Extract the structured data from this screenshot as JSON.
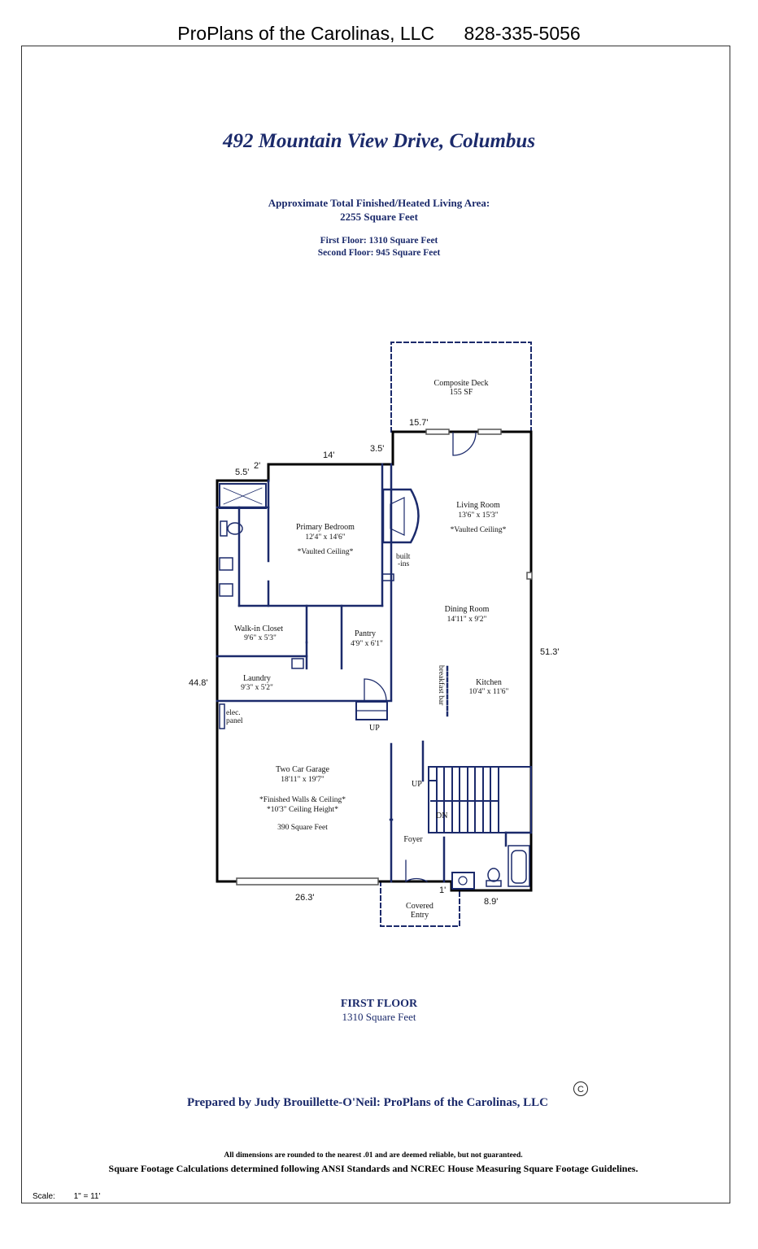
{
  "header": {
    "company": "ProPlans of the Carolinas, LLC",
    "phone": "828-335-5056"
  },
  "title": "492 Mountain View Drive, Columbus",
  "area": {
    "total_line1": "Approximate Total Finished/Heated Living Area:",
    "total_line2": "2255 Square Feet",
    "first_floor": "First Floor:  1310 Square Feet",
    "second_floor": "Second Floor:  945 Square Feet"
  },
  "rooms": {
    "deck_name": "Composite Deck",
    "deck_size": "155 SF",
    "living_name": "Living Room",
    "living_size": "13'6\" x 15'3\"",
    "living_note": "*Vaulted Ceiling*",
    "primary_name": "Primary Bedroom",
    "primary_size": "12'4\" x 14'6\"",
    "primary_note": "*Vaulted Ceiling*",
    "builtins_1": "built",
    "builtins_2": "-ins",
    "dining_name": "Dining Room",
    "dining_size": "14'11\" x 9'2\"",
    "closet_name": "Walk-in Closet",
    "closet_size": "9'6\" x 5'3\"",
    "pantry_name": "Pantry",
    "pantry_size": "4'9\" x 6'1\"",
    "laundry_name": "Laundry",
    "laundry_size": "9'3\" x 5'2\"",
    "kitchen_name": "Kitchen",
    "kitchen_size": "10'4\" x 11'6\"",
    "breakfast": "breakfast bar",
    "elec_1": "elec.",
    "elec_2": "panel",
    "up1": "UP",
    "up2": "UP",
    "dn": "DN",
    "garage_name": "Two Car Garage",
    "garage_size": "18'11\" x 19'7\"",
    "garage_note1": "*Finished Walls & Ceiling*",
    "garage_note2": "*10'3\" Ceiling Height*",
    "garage_sqft": "390 Square Feet",
    "foyer": "Foyer",
    "covered_1": "Covered",
    "covered_2": "Entry"
  },
  "dimensions": {
    "d157": "15.7'",
    "d14": "14'",
    "d35": "3.5'",
    "d2": "2'",
    "d55": "5.5'",
    "d448": "44.8'",
    "d513": "51.3'",
    "d263": "26.3'",
    "d1": "1'",
    "d89": "8.9'"
  },
  "floor_label": {
    "name": "FIRST FLOOR",
    "sqft": "1310 Square Feet"
  },
  "footer": {
    "prepared": "Prepared by Judy Brouillette-O'Neil: ProPlans of the Carolinas, LLC",
    "copyright": "C",
    "disclaimer": "All dimensions are rounded to the nearest .01 and are deemed reliable, but not guaranteed.",
    "calc": "Square Footage Calculations determined following ANSI Standards and NCREC House Measuring Square Footage Guidelines.",
    "scale_label": "Scale:",
    "scale_value": "1\" = 11'"
  },
  "colors": {
    "wall": "#1b2a6b",
    "text_blue": "#1b2a6b"
  }
}
